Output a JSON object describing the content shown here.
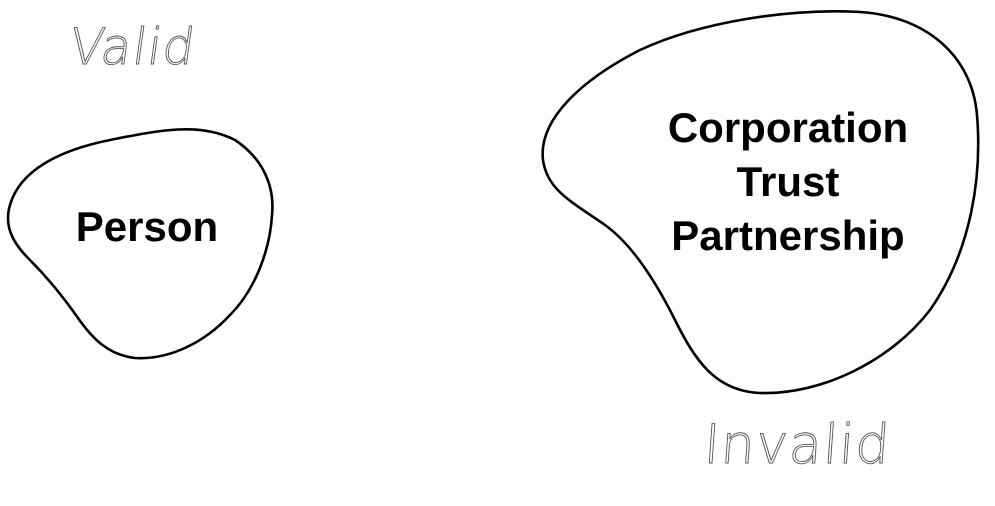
{
  "labels": {
    "valid": "Valid",
    "invalid": "Invalid"
  },
  "shapes": {
    "person": {
      "items": [
        "Person"
      ]
    },
    "entities": {
      "items": [
        "Corporation",
        "Trust",
        "Partnership"
      ]
    }
  },
  "colors": {
    "outline": "#000000",
    "text": "#000000",
    "handwriting": "#555555",
    "background": "#ffffff"
  }
}
